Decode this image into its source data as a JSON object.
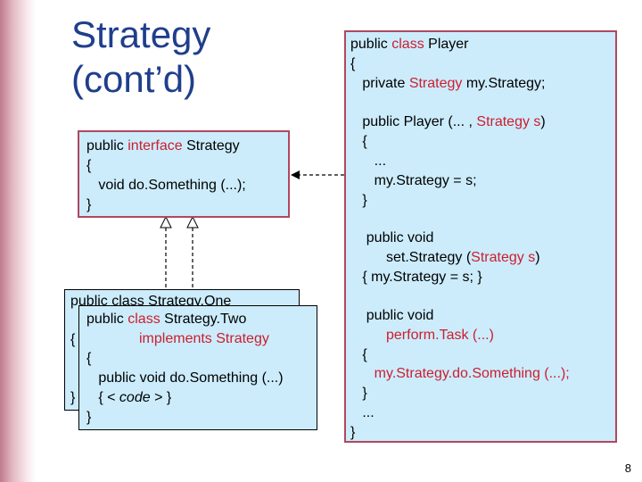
{
  "slide": {
    "title_line1": "Strategy",
    "title_line2": "(cont’d)",
    "page_number": "8",
    "accent_color": "#1f3e8c",
    "keyword_color": "#cc1e2e",
    "box_fill": "#ccecfc",
    "box_border": "#b0485e"
  },
  "strategy_interface": {
    "l1a": "public ",
    "l1b": "interface",
    "l1c": " Strategy",
    "l2": "{",
    "l3": "   void do.Something (...);",
    "l4": "}"
  },
  "strategy_one": {
    "l1a": "public class Strategy.One",
    "l2": "{",
    "l3": "}"
  },
  "strategy_two": {
    "l1a": "public ",
    "l1b": "class",
    "l1c": " Strategy.Two",
    "l2": "implements Strategy",
    "l3": "{",
    "l4": "   public void do.Something (...)",
    "l5": "   { < ",
    "l5b": "code",
    "l5c": " > }",
    "l6": "}"
  },
  "player": {
    "l1a": "public ",
    "l1b": "class",
    "l1c": " Player",
    "l2": "{",
    "l3a": "   private ",
    "l3b": "Strategy",
    "l3c": " my.Strategy;",
    "l4a": "   public Player (... , ",
    "l4b": "Strategy s",
    "l4c": ")",
    "l5": "   {",
    "l6": "      ...",
    "l7": "      my.Strategy = s;",
    "l8": "   }",
    "l9": "    public void",
    "l10a": "         set.Strategy (",
    "l10b": "Strategy s",
    "l10c": ")",
    "l11": "   { my.Strategy = s; }",
    "l12": "    public void",
    "l13": "         perform.Task (...)",
    "l14": "   {",
    "l15": "      my.Strategy.do.Something (...);",
    "l16": "   }",
    "l17": "   ...",
    "l18": "}"
  }
}
